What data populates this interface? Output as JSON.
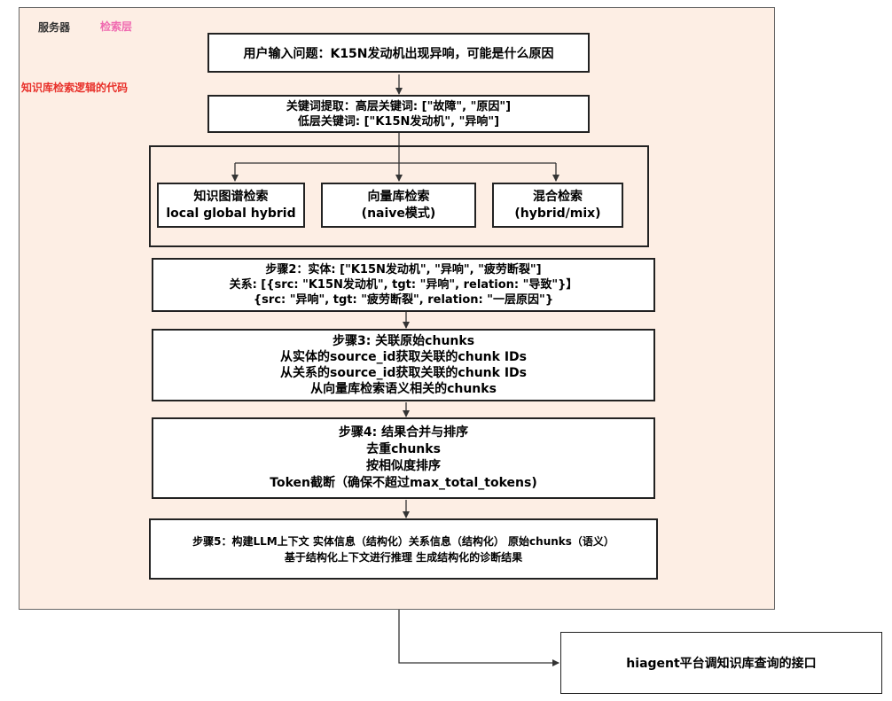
{
  "panel": {
    "server_label": "服务器",
    "layer_label": "检索层",
    "code_label": "知识库检索逻辑的代码",
    "colors": {
      "layer_label": "#f06ab0",
      "code_label": "#e8302a",
      "background": "#fdeee4"
    }
  },
  "boxes": {
    "question": {
      "lines": [
        "用户输入问题：K15N发动机出现异响，可能是什么原因"
      ]
    },
    "keywords": {
      "lines": [
        "关键词提取：高层关键词: [\"故障\", \"原因\"]",
        "低层关键词: [\"K15N发动机\", \"异响\"]"
      ]
    },
    "kg_search": {
      "lines": [
        "知识图谱检索",
        "local  global  hybrid"
      ]
    },
    "vector_search": {
      "lines": [
        "向量库检索",
        "(naive模式)"
      ]
    },
    "hybrid_search": {
      "lines": [
        "混合检索",
        "(hybrid/mix)"
      ]
    },
    "step2": {
      "lines": [
        "步骤2：实体: [\"K15N发动机\", \"异响\", \"疲劳断裂\"]",
        "关系: [{src: \"K15N发动机\", tgt: \"异响\", relation: \"导致\"}】",
        "{src: \"异响\", tgt: \"疲劳断裂\", relation: \"一层原因\"}"
      ]
    },
    "step3": {
      "lines": [
        "步骤3: 关联原始chunks",
        "从实体的source_id获取关联的chunk IDs",
        "从关系的source_id获取关联的chunk IDs",
        "从向量库检索语义相关的chunks"
      ]
    },
    "step4": {
      "lines": [
        "步骤4: 结果合并与排序",
        "去重chunks",
        "按相似度排序",
        "Token截断（确保不超过max_total_tokens)"
      ]
    },
    "step5": {
      "lines": [
        "步骤5：构建LLM上下文  实体信息（结构化）关系信息（结构化） 原始chunks（语义）",
        "基于结构化上下文进行推理  生成结构化的诊断结果"
      ]
    },
    "hiagent": {
      "lines": [
        "hiagent平台调知识库查询的接口"
      ]
    }
  }
}
